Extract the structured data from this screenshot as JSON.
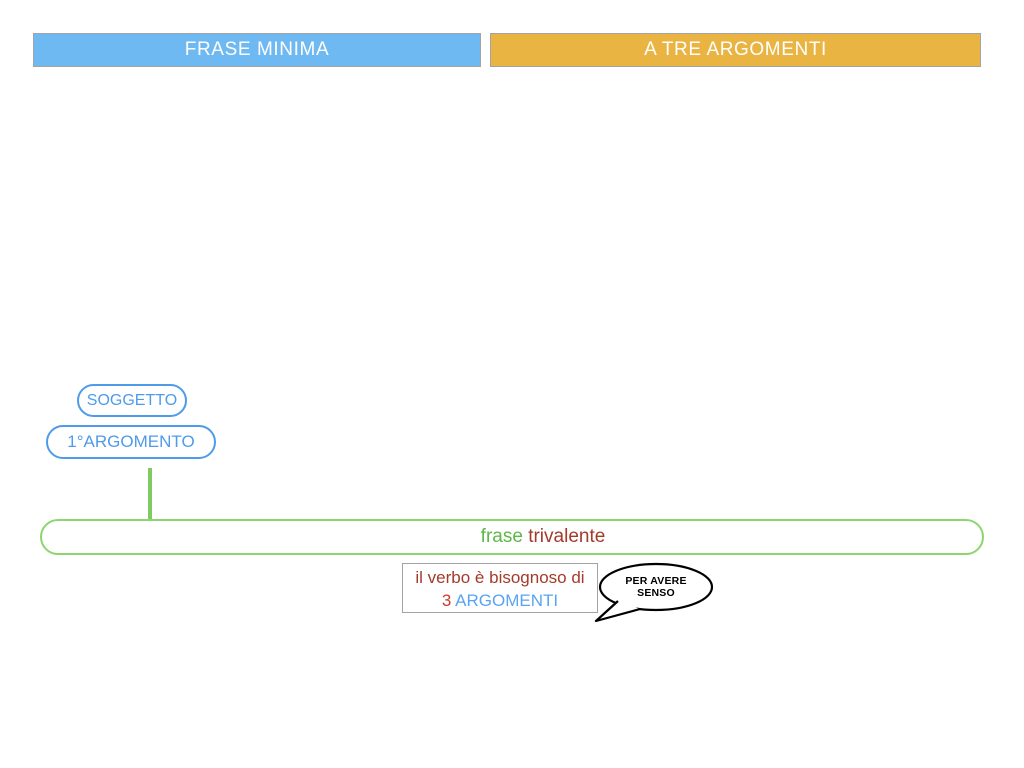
{
  "headers": {
    "left": {
      "label": "FRASE MINIMA"
    },
    "right": {
      "label": "A TRE ARGOMENTI"
    }
  },
  "diagram": {
    "soggetto_label": "SOGGETTO",
    "primo_argomento_label": "1°ARGOMENTO",
    "frase_word": "frase",
    "trivalente_word": "trivalente"
  },
  "note": {
    "line1": "il verbo è bisognoso di",
    "number": "3",
    "argomenti_word": "ARGOMENTI"
  },
  "bubble": {
    "text": "PER AVERE SENSO"
  },
  "colors": {
    "header_blue": "#6FB9F2",
    "header_orange": "#EAB442",
    "header_text": "#FFFFFF",
    "border_gray": "#A3A3A3",
    "pill_blue": "#4E9BEB",
    "line_green": "#7FCB61",
    "box_green": "#8CD56F",
    "text_green": "#5CB848",
    "dark_red": "#A33B2A",
    "bright_red": "#C83C2B",
    "text_blue": "#58A4F2",
    "bubble_black": "#000000"
  }
}
